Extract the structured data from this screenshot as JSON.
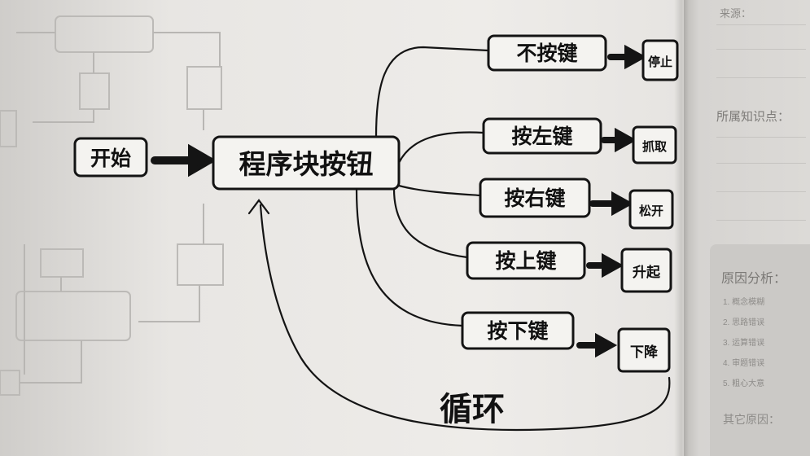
{
  "diagram": {
    "nodes": {
      "start": "开始",
      "program": "程序块按钮",
      "no_key": "不按键",
      "stop": "停止",
      "left_key": "按左键",
      "grab": "抓取",
      "right_key": "按右键",
      "release": "松开",
      "up_key": "按上键",
      "raise": "升起",
      "down_key": "按下键",
      "lower": "下降"
    },
    "loop_label": "循环"
  },
  "sidebar": {
    "source_label": "来源：",
    "knowledge_label": "所属知识点：",
    "analysis_title": "原因分析：",
    "analysis_items": [
      "1. 概念模糊",
      "2. 思路错误",
      "3. 运算错误",
      "4. 审题错误",
      "5. 粗心大意"
    ],
    "other_reasons_label": "其它原因："
  },
  "colors": {
    "ink": "#141414",
    "paper": "#eeece9",
    "panel": "#cbc9c6"
  }
}
